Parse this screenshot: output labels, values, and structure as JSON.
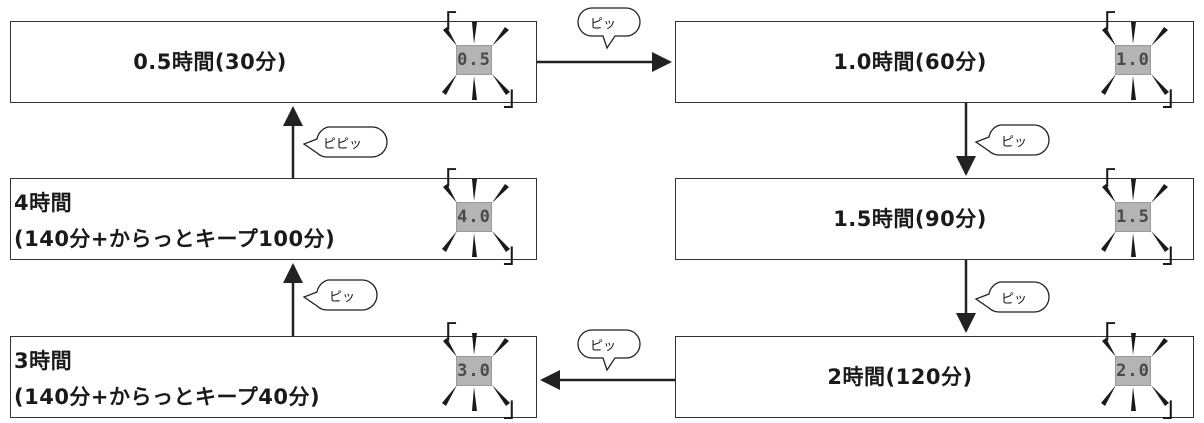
{
  "steps": [
    {
      "id": "step-0-5h",
      "lines": [
        "0.5時間(30分)"
      ],
      "display": "0.5"
    },
    {
      "id": "step-1-0h",
      "lines": [
        "1.0時間(60分)"
      ],
      "display": "1.0"
    },
    {
      "id": "step-1-5h",
      "lines": [
        "1.5時間(90分)"
      ],
      "display": "1.5"
    },
    {
      "id": "step-2h",
      "lines": [
        "2時間(120分)"
      ],
      "display": "2.0"
    },
    {
      "id": "step-3h",
      "lines": [
        "3時間",
        "(140分+からっとキープ40分)"
      ],
      "display": "3.0"
    },
    {
      "id": "step-4h",
      "lines": [
        "4時間",
        "(140分+からっとキープ100分)"
      ],
      "display": "4.0"
    }
  ],
  "display_brackets": {
    "open": "「",
    "close": "」"
  },
  "beeps": {
    "top": "ピッ",
    "right_upper": "ピッ",
    "right_lower": "ピッ",
    "bottom": "ピッ",
    "left_lower": "ピッ",
    "left_upper": "ピピッ"
  },
  "colors": {
    "lcd": "#b4b4b4",
    "line": "#222222"
  }
}
